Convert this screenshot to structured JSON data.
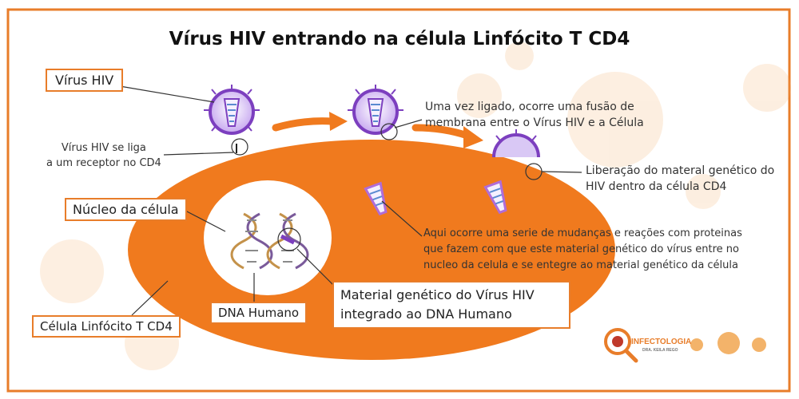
{
  "title": "Vírus HIV entrando na célula Linfócito T CD4",
  "labels": {
    "virus": "Vírus HIV",
    "binds_line1": "Vírus HIV se liga",
    "binds_line2": "a um receptor no CD4",
    "fusion_line1": "Uma  vez ligado, ocorre uma fusão de",
    "fusion_line2": "membrana entre o Vírus HIV e a Célula",
    "release_line1": "Liberação do materal genético do",
    "release_line2": "HIV dentro da célula CD4",
    "nucleus": "Núcleo da célula",
    "changes_line1": "Aqui ocorre uma serie de mudanças e reações com proteinas",
    "changes_line2": "que fazem com que este material genético do vírus entre no",
    "changes_line3": "nucleo da celula e se entegre ao material genético da célula",
    "genetic_line1": "Material genético do Vírus HIV",
    "genetic_line2": "integrado ao DNA Humano",
    "dna_human": "DNA Humano",
    "cell": "Célula Linfócito T CD4"
  },
  "logo": {
    "name": "INFECTOLOGIA",
    "tagline": "DRA. KEILA REGO"
  },
  "colors": {
    "accent": "#e87d2a",
    "cell": "#f07a1e",
    "virus": "#7c3fbf",
    "virus_fill": "#d9c8f5"
  }
}
